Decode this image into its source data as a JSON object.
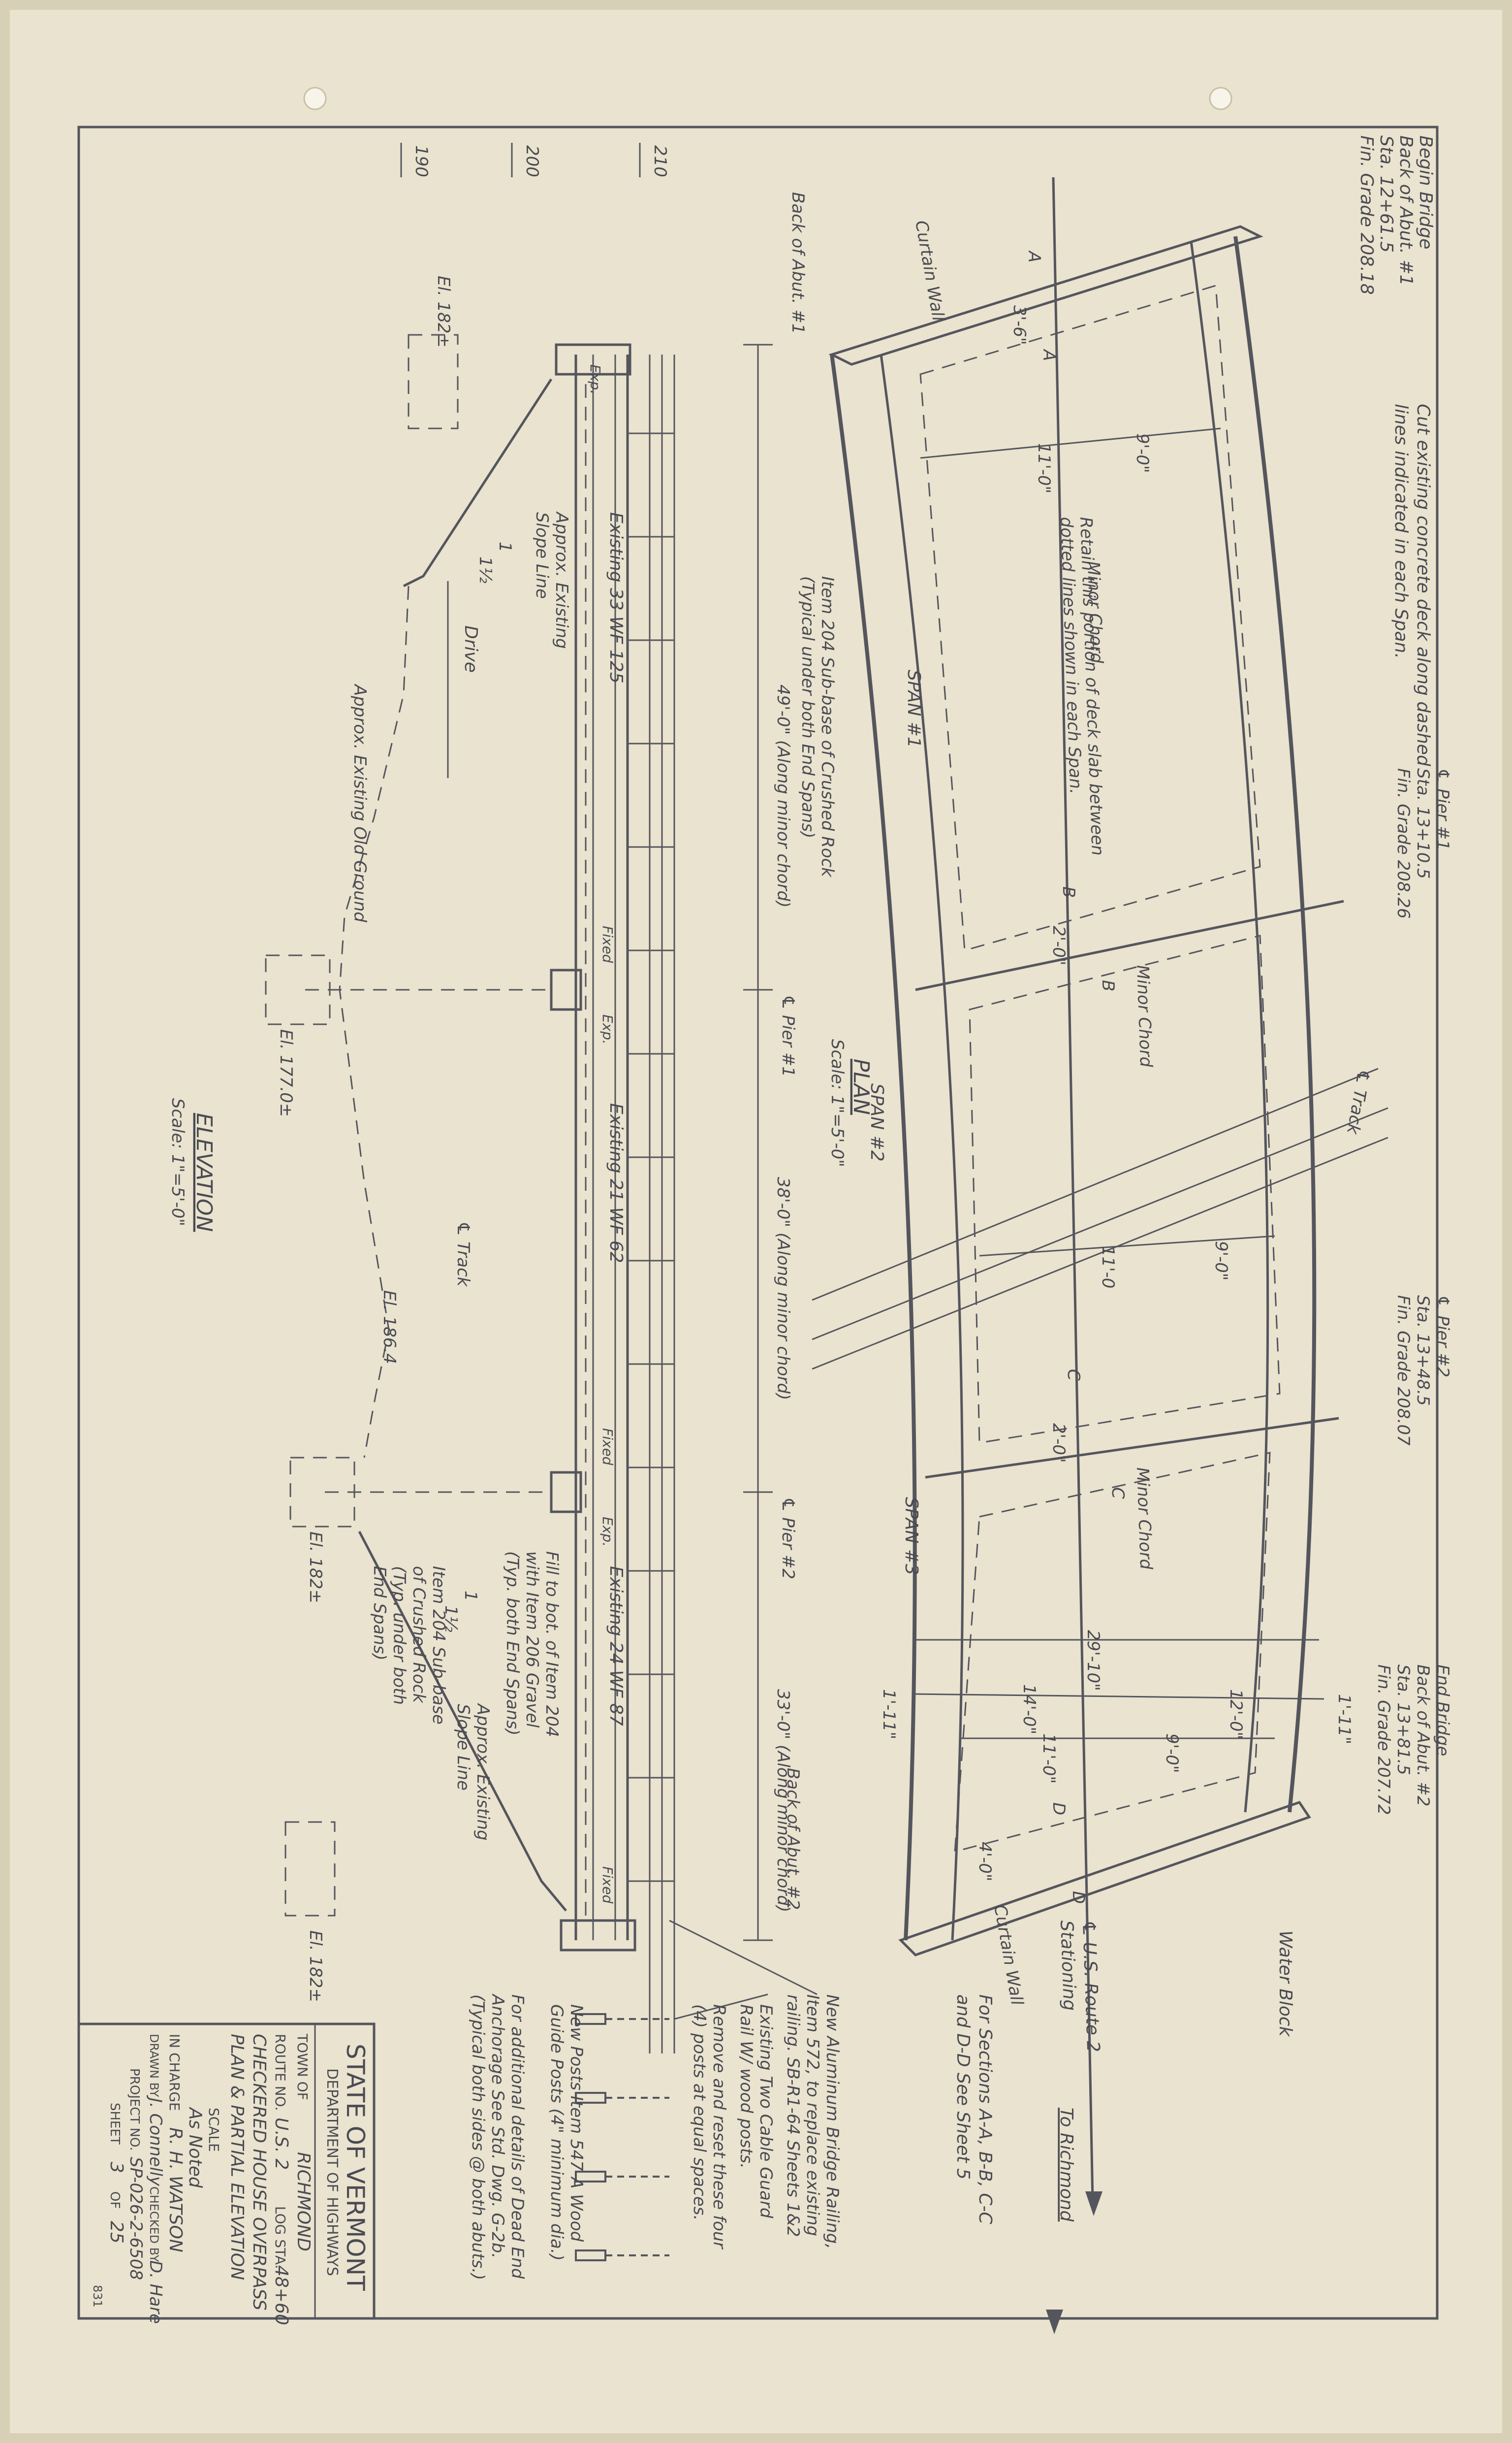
{
  "plan": {
    "title": "PLAN",
    "scale": "Scale: 1\"=5'-0\"",
    "begin_bridge": [
      "Begin Bridge",
      "Back of Abut. #1",
      "Sta. 12+61.5",
      "Fin. Grade 208.18"
    ],
    "cut_note": [
      "Cut existing concrete deck along dashed",
      "lines indicated in each Span."
    ],
    "pier1": [
      "℄ Pier #1",
      "Sta. 13+10.5",
      "Fin. Grade 208.26"
    ],
    "pier2": [
      "℄ Pier #2",
      "Sta. 13+48.5",
      "Fin. Grade 208.07"
    ],
    "end_bridge": [
      "End Bridge",
      "Back of Abut. #2",
      "Sta. 13+81.5",
      "Fin. Grade 207.72"
    ],
    "curtain_wall": "Curtain Wall",
    "water_block": "Water Block",
    "minor_chord": "Minor Chord",
    "retain_note": [
      "Retain this portion of deck slab between",
      "dotted lines shown in each Span."
    ],
    "span1": "SPAN #1",
    "span2": "SPAN #2",
    "span3": "SPAN #3",
    "track": "℄ Track",
    "route": [
      "℄ U.S. Route 2",
      "Stationing"
    ],
    "to_richmond": "To Richmond",
    "sections_note": [
      "For Sections A-A, B-B, C-C",
      "and D-D See Sheet 5"
    ],
    "dims": {
      "d11": "11'-0\"",
      "d9": "9'-0\"",
      "d11b": "11'-0",
      "d9b": "9'-0\"",
      "d2910": "29'-10\"",
      "d14": "14'-0\"",
      "d12": "12'-0\"",
      "d11c": "11'-0\"",
      "d9c": "9'-0\"",
      "d111a": "1'-11\"",
      "d111b": "1'-11\"",
      "d36": "3'-6\"",
      "d40": "4'-0\"",
      "d20a": "2'-0\"",
      "d20b": "2'-0\""
    },
    "section_marks": [
      "A",
      "A",
      "B",
      "B",
      "C",
      "C",
      "D",
      "D"
    ]
  },
  "elevation": {
    "title": "ELEVATION",
    "scale": "Scale: 1\"=5'-0\"",
    "grade_labels": [
      "210",
      "200",
      "190"
    ],
    "back_abut1": "Back of Abut. #1",
    "back_abut2": "Back of Abut. #2",
    "pier1": "℄ Pier #1",
    "pier2": "℄ Pier #2",
    "dim_span1": "49'-0\" (Along minor chord)",
    "dim_span2": "38'-0\" (Along minor chord)",
    "dim_span3": "33'-0\" (Along minor chord)",
    "item204_span1": [
      "Item 204 Sub-base of Crushed Rock",
      "(Typical under both End Spans)"
    ],
    "existing1": "Existing 33 WF 125",
    "existing2": "Existing 21 WF 62",
    "existing3": "Existing 24 WF 87",
    "slope1": [
      "Approx. Existing",
      "Slope Line"
    ],
    "slope2": [
      "Approx. Existing",
      "Slope Line"
    ],
    "drive": "Drive",
    "old_ground": "Approx. Existing Old Ground",
    "track": "℄ Track",
    "el_a": "El. 182±",
    "el_b": "El. 177.0±",
    "el_c": "El. 186.4",
    "el_d": "El. 182±",
    "el_e": "El. 182±",
    "fill_note": [
      "Fill to bot. of Item 204",
      "with Item 206 Gravel",
      "(Typ. both End Spans)"
    ],
    "item204_span3": [
      "Item 204 Sub-base",
      "of Crushed Rock",
      "(Typ. under both",
      "End Spans)"
    ],
    "fixed": "Fixed",
    "exp": "Exp.",
    "ratio": "1½",
    "unit": "1"
  },
  "notes": {
    "railing": [
      "New Aluminum Bridge Railing,",
      "Item 572, to replace existing",
      "railing. SB-R1-64 Sheets 1&2"
    ],
    "cable": [
      "Existing Two Cable Guard",
      "Rail W/ wood posts."
    ],
    "remove": [
      "Remove and reset these four",
      "(4) posts at equal spaces."
    ],
    "posts": [
      "New Posts Item 547-A Wood",
      "Guide Posts (4\" minimum dia.)"
    ],
    "dead_end": [
      "For additional details of Dead End",
      "Anchorage See Std. Dwg. G-2b.",
      "(Typical both sides @ both abuts.)"
    ]
  },
  "title_block": {
    "state": "STATE OF VERMONT",
    "dept": "DEPARTMENT OF HIGHWAYS",
    "town_label": "TOWN OF",
    "town": "RICHMOND",
    "route_label": "ROUTE NO.",
    "route": "U.S. 2",
    "log_label": "LOG STA.",
    "log": "48+60",
    "name1": "CHECKERED HOUSE OVERPASS",
    "name2": "PLAN & PARTIAL ELEVATION",
    "scale_label": "SCALE",
    "scale": "As Noted",
    "in_charge_label": "IN CHARGE",
    "in_charge": "R. H. WATSON",
    "drawn_label": "DRAWN BY",
    "drawn": "J. Connelly",
    "checked_label": "CHECKED BY",
    "checked": "D. Hare",
    "project_label": "PROJECT NO.",
    "project": "SP-026-2-6508",
    "sheet_label": "SHEET",
    "sheet": "3",
    "of_label": "OF",
    "sheets": "25",
    "stamp": "831"
  }
}
